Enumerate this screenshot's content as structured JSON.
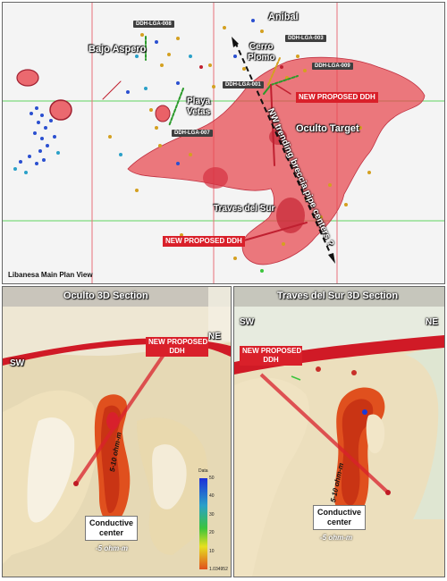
{
  "plan_view": {
    "caption": "Libanesa Main Plan View",
    "places": {
      "anibal": "Anibal",
      "bajo_aspero": "Bajo Aspero",
      "cerro_plomo": "Cerro\nPlomo",
      "playa_vetas": "Playa\nVetas",
      "oculto_target": "Oculto Target",
      "traves_del_sur": "Traves del Sur"
    },
    "drillholes": {
      "lga008": "DDH-LGA-008",
      "lga003": "DDH-LGA-003",
      "lga009": "DDH-LGA-009",
      "lga001": "DDH-LGA-001",
      "lga007": "DDH-LGA-007"
    },
    "proposed_1": "NEW PROPOSED DDH",
    "proposed_2": "NEW PROPOSED DDH",
    "trend_label": "NW trending breccia pipe centers ?"
  },
  "oculto_section": {
    "title": "Oculto 3D Section",
    "sw": "SW",
    "ne": "NE",
    "proposed": "NEW PROPOSED\nDDH",
    "ohm_mid": "5-10 ohm-m",
    "conductive": "Conductive\ncenter",
    "ohm_low": "-5 ohm-m",
    "legend": {
      "title": "Data",
      "ticks": [
        "50",
        "40",
        "30",
        "20",
        "10",
        "1.034952"
      ]
    }
  },
  "traves_section": {
    "title": "Traves del Sur 3D Section",
    "sw": "SW",
    "ne": "NE",
    "proposed": "NEW PROPOSED\nDDH",
    "ohm_mid": "5-10 ohm-m",
    "conductive": "Conductive\ncenter",
    "ohm_low": "-5 ohm-m"
  },
  "colors": {
    "body_red": "#e8464e",
    "grid_red": "#e8707a",
    "grid_green": "#5fd35f",
    "tag_red": "#d9202a",
    "hole_dark": "#3f3f3f",
    "section_bg": "#f1ecdc"
  }
}
